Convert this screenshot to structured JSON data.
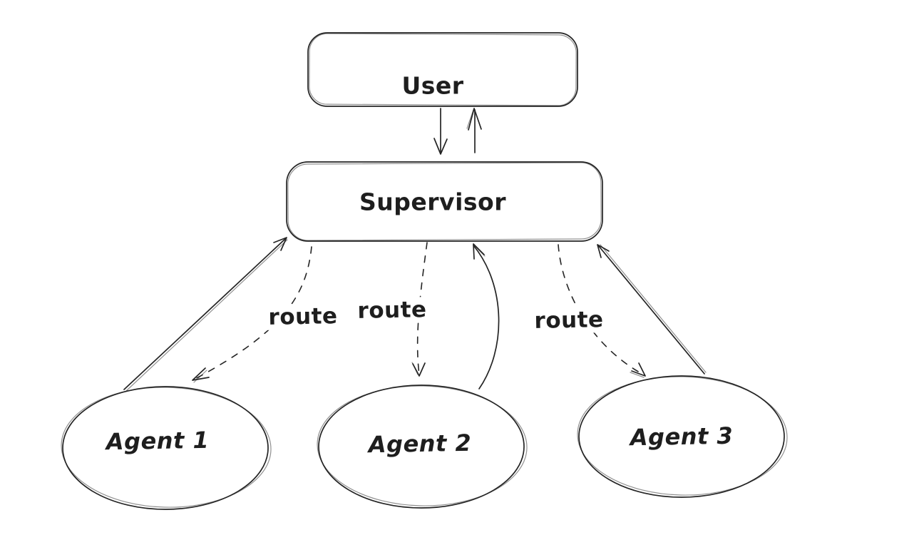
{
  "diagram": {
    "type": "flow-diagram",
    "style": "hand-drawn",
    "colors": {
      "stroke": "#1e1e1e",
      "background": "#ffffff"
    },
    "nodes": {
      "user": {
        "label": "User",
        "shape": "rounded-rectangle"
      },
      "supervisor": {
        "label": "Supervisor",
        "shape": "rounded-rectangle"
      },
      "agent1": {
        "label": "Agent 1",
        "shape": "ellipse"
      },
      "agent2": {
        "label": "Agent 2",
        "shape": "ellipse"
      },
      "agent3": {
        "label": "Agent 3",
        "shape": "ellipse"
      }
    },
    "edges": [
      {
        "from": "User",
        "to": "Supervisor",
        "style": "solid",
        "label": ""
      },
      {
        "from": "Supervisor",
        "to": "User",
        "style": "solid",
        "label": ""
      },
      {
        "from": "Agent 1",
        "to": "Supervisor",
        "style": "solid",
        "label": ""
      },
      {
        "from": "Supervisor",
        "to": "Agent 1",
        "style": "dashed",
        "label": "route"
      },
      {
        "from": "Supervisor",
        "to": "Agent 2",
        "style": "dashed",
        "label": "route"
      },
      {
        "from": "Agent 2",
        "to": "Supervisor",
        "style": "solid",
        "label": ""
      },
      {
        "from": "Supervisor",
        "to": "Agent 3",
        "style": "dashed",
        "label": "route"
      },
      {
        "from": "Agent 3",
        "to": "Supervisor",
        "style": "solid",
        "label": ""
      }
    ]
  }
}
